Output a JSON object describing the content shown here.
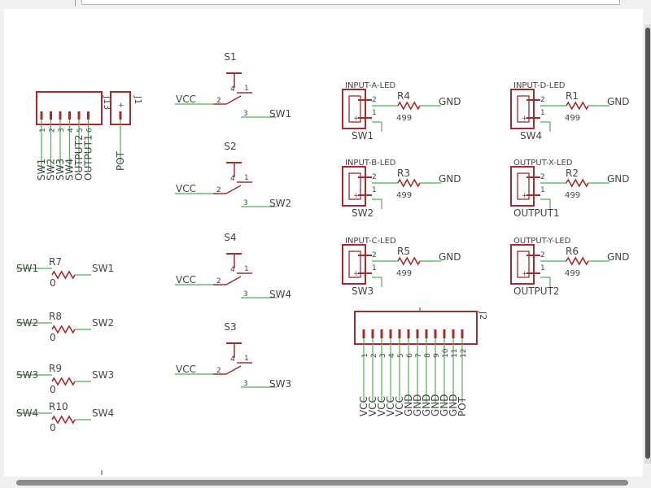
{
  "colors": {
    "wire": "#4caf50",
    "part": "#a52a2a",
    "text": "#444444"
  },
  "header_connectors": [
    {
      "ref": "J13",
      "pins": [
        "1",
        "2",
        "3",
        "4",
        "5",
        "6"
      ],
      "nets": [
        "SW1",
        "SW2",
        "SW3",
        "SW4",
        "OUTPUT2",
        "OUTPUT1"
      ]
    },
    {
      "ref": "J1",
      "pin_symbol": "+",
      "nets": [
        "POT"
      ]
    }
  ],
  "switches": [
    {
      "ref": "S1",
      "in_net": "VCC",
      "out_net": "SW1",
      "pins": [
        "1",
        "2",
        "3",
        "4"
      ]
    },
    {
      "ref": "S2",
      "in_net": "VCC",
      "out_net": "SW2",
      "pins": [
        "1",
        "2",
        "3",
        "4"
      ]
    },
    {
      "ref": "S4",
      "in_net": "VCC",
      "out_net": "SW4",
      "pins": [
        "1",
        "2",
        "3",
        "4"
      ]
    },
    {
      "ref": "S3",
      "in_net": "VCC",
      "out_net": "SW3",
      "pins": [
        "1",
        "2",
        "3",
        "4"
      ]
    }
  ],
  "jumper_resistors": [
    {
      "ref": "R7",
      "value": "0",
      "left_net": "SW1",
      "right_net": "SW1"
    },
    {
      "ref": "R8",
      "value": "0",
      "left_net": "SW2",
      "right_net": "SW2"
    },
    {
      "ref": "R9",
      "value": "0",
      "left_net": "SW3",
      "right_net": "SW3"
    },
    {
      "ref": "R10",
      "value": "0",
      "left_net": "SW4",
      "right_net": "SW4"
    }
  ],
  "led_blocks": [
    {
      "label": "INPUT-A-LED",
      "res": "R4",
      "value": "499",
      "net": "SW1",
      "gnd": "GND",
      "pin_top": "2",
      "pin_bot": "1"
    },
    {
      "label": "INPUT-D-LED",
      "res": "R1",
      "value": "499",
      "net": "SW4",
      "gnd": "GND",
      "pin_top": "2",
      "pin_bot": "1"
    },
    {
      "label": "INPUT-B-LED",
      "res": "R3",
      "value": "499",
      "net": "SW2",
      "gnd": "GND",
      "pin_top": "2",
      "pin_bot": "1"
    },
    {
      "label": "OUTPUT-X-LED",
      "res": "R2",
      "value": "499",
      "net": "OUTPUT1",
      "gnd": "GND",
      "pin_top": "2",
      "pin_bot": "1"
    },
    {
      "label": "INPUT-C-LED",
      "res": "R5",
      "value": "499",
      "net": "SW3",
      "gnd": "GND",
      "pin_top": "2",
      "pin_bot": "1"
    },
    {
      "label": "OUTPUT-Y-LED",
      "res": "R6",
      "value": "499",
      "net": "OUTPUT2",
      "gnd": "GND",
      "pin_top": "2",
      "pin_bot": "1"
    }
  ],
  "main_connector": {
    "ref": "J2",
    "pins": [
      "1",
      "2",
      "3",
      "4",
      "5",
      "6",
      "7",
      "8",
      "9",
      "10",
      "11",
      "12"
    ],
    "nets": [
      "VCC",
      "VCC",
      "VCC",
      "VCC",
      "VCC",
      "GND",
      "GND",
      "GND",
      "GND",
      "GND",
      "GND",
      "POT"
    ]
  },
  "ui": {
    "scroll_icons": [
      "vertical-scrollbar",
      "horizontal-scrollbar"
    ]
  }
}
